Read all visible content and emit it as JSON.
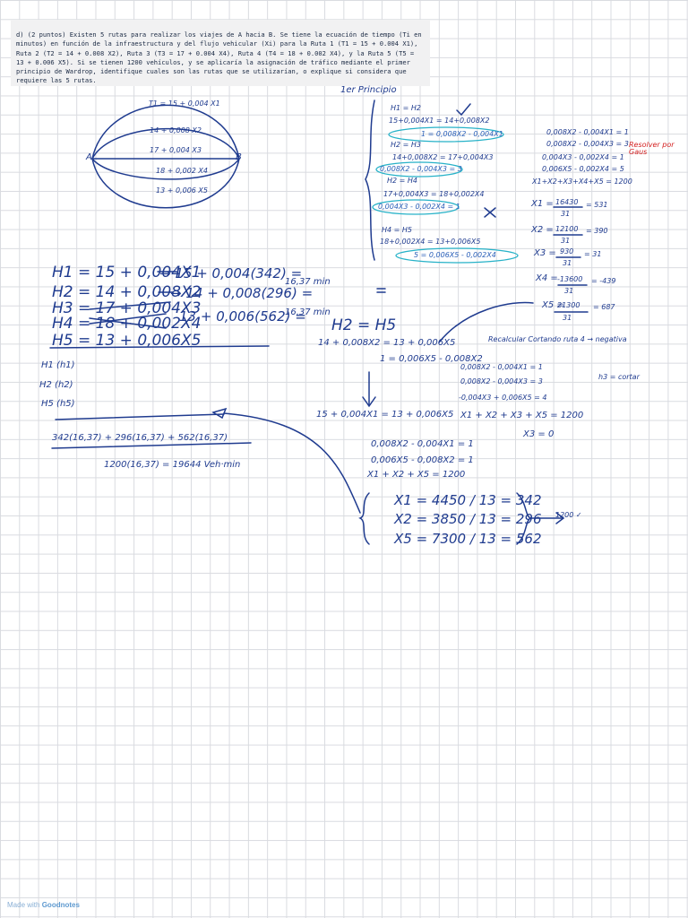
{
  "problem": {
    "text": "d) (2 puntos) Existen 5 rutas para realizar los viajes de A hacia B. Se tiene la ecuación de tiempo (Ti en minutos) en función de la infraestructura y del flujo vehicular (Xi) para la Ruta 1 (T1 = 15 + 0.004 X1), Ruta 2 (T2 = 14 + 0.008 X2), Ruta 3 (T3 = 17 + 0.004 X4), Ruta 4 (T4 = 18 + 0.002 X4), y la Ruta 5 (T5 = 13 + 0.006 X5). Si se tienen 1200 vehículos, y se aplicaría la asignación de tráfico mediante el primer principio de Wardrop, identifique cuales son las rutas que se utilizarían, o explique si considera que requiere las 5 rutas."
  },
  "diagram": {
    "node_a": "A",
    "node_b": "B",
    "routes": [
      "T1 = 15 + 0,004 X1",
      "14 + 0,008 X2",
      "17 + 0,004 X3",
      "18 + 0,002 X4",
      "13 + 0,006 X5"
    ]
  },
  "principle": {
    "title": "1er Principio",
    "lines": [
      "H1 = H2",
      "15+0,004X1 = 14+0,008X2",
      "1 = 0,008X2 - 0,004X1",
      "H2 = H3",
      "14+0,008X2 = 17+0,004X3",
      "0,008X2 - 0,004X3 = 3",
      "H2 = H4",
      "17+0,004X3 = 18+0,002X4",
      "0,004X3 - 0,002X4 = 1",
      "H4 = H5",
      "18+0,002X4 = 13+0,006X5",
      "5 = 0,006X5 - 0,002X4"
    ]
  },
  "system": {
    "lines": [
      "0,008X2 - 0,004X1 = 1",
      "0,008X2 - 0,004X3 = 3",
      "0,004X3 - 0,002X4 = 1",
      "0,006X5 - 0,002X4 = 5",
      "X1+X2+X3+X4+X5 = 1200"
    ],
    "note": "Resolver por Gaus"
  },
  "solutions": {
    "x1": {
      "label": "X1 =",
      "num": "16430",
      "den": "31",
      "value": "= 531"
    },
    "x2": {
      "label": "X2 =",
      "num": "12100",
      "den": "31",
      "value": "= 390"
    },
    "x3": {
      "label": "X3 =",
      "num": "930",
      "den": "31",
      "value": "= 31"
    },
    "x4": {
      "label": "X4 =",
      "num": "-13600",
      "den": "31",
      "value": "= -439"
    },
    "x5": {
      "label": "X5 =",
      "num": "21300",
      "den": "31",
      "value": "= 687"
    }
  },
  "recalc": {
    "eq_h2h5": "H2 = H5",
    "line1": "14 + 0,008X2 = 13 + 0,006X5",
    "line2": "1 = 0,006X5 - 0,008X2",
    "note": "Recalcular Cortando ruta 4 → negativa",
    "sys": [
      "0,008X2 - 0,004X1 = 1",
      "0,008X2 - 0,004X3 = 3",
      "-0,004X3 + 0,006X5 = 4",
      "X1 + X2 + X3 + X5 = 1200"
    ],
    "h3": "h3 = cortar",
    "x3zero": "X3 = 0",
    "h1h5": "15 + 0,004X1 = 13 + 0,006X5",
    "final_sys": [
      "0,008X2 - 0,004X1 = 1",
      "0,006X5 - 0,008X2 = 1",
      "X1 + X2 + X5 = 1200"
    ],
    "results": [
      "X1 = 4450 / 13 = 342",
      "X2 = 3850 / 13 = 296",
      "X5 = 7300 / 13 = 562"
    ],
    "sum": "1200 ✓"
  },
  "times": {
    "h1": "H1 = 15 + 0,004X1",
    "h1b": "→ 15 + 0,004(342) =",
    "h2": "H2 = 14 + 0,008X2",
    "h2b": "→ 14 + 0,008(296) =",
    "h3": "H3 = 17 + 0,004X3",
    "h4": "H4 = 18 + 0,002X4",
    "h5": "H5 = 13 + 0,006X5",
    "h5b": "13 + 0,006(562) =",
    "r1": "16,37 min",
    "r2": "16,37 min"
  },
  "routes_used": [
    "H1 (h1)",
    "H2 (h2)",
    "H5 (h5)"
  ],
  "total": {
    "sum": "342(16,37) + 296(16,37) + 562(16,37)",
    "result": "1200(16,37) = 19644 Veh·min"
  },
  "brand": {
    "prefix": "Made with",
    "name": "Goodnotes"
  }
}
